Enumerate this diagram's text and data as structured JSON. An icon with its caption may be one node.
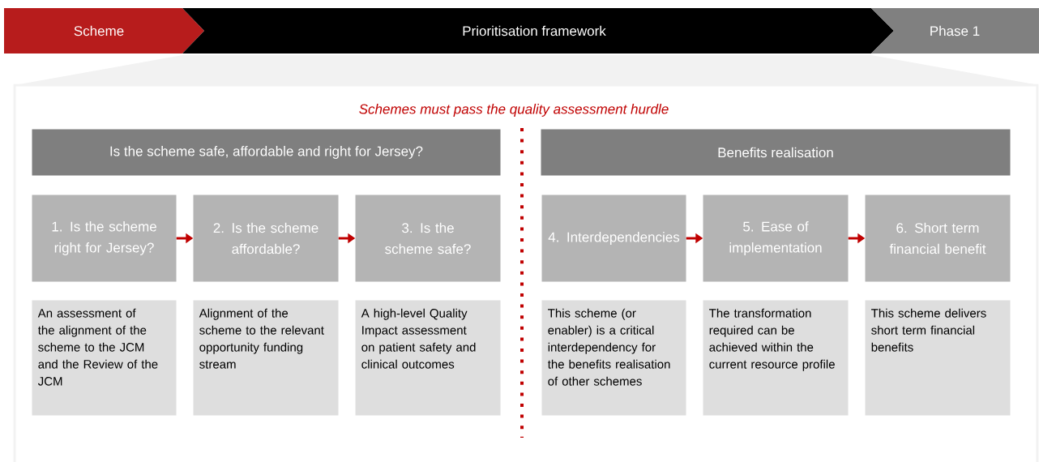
{
  "diagram": {
    "nodes": [
      {
        "text": [
          "Scheme"
        ]
      },
      {
        "text": [
          "Prioritisation framework"
        ]
      },
      {
        "text": [
          "Phase 1"
        ]
      },
      {
        "text": [
          "Schemes must pass the quality assessment hurdle"
        ]
      },
      {
        "text": [
          "Is the scheme safe, affordable and right for Jersey?"
        ],
        "in": 3
      },
      {
        "text": [
          "Benefits realisation"
        ],
        "in": 3
      },
      {
        "text": [
          "1. Is the scheme right for Jersey?"
        ],
        "in": 3
      },
      {
        "text": [
          "2. Is the scheme affordable?"
        ],
        "in": 3
      },
      {
        "text": [
          "3. Is the scheme safe?"
        ],
        "in": 3
      },
      {
        "text": [
          "4. Interdependencies"
        ],
        "in": 3
      },
      {
        "text": [
          "5. Ease of implementation"
        ],
        "in": 3
      },
      {
        "text": [
          "6. Short term financial benefit"
        ],
        "in": 3
      },
      {
        "text": [
          "An assessment of the alignment of the scheme to the JCM and the Review of the JCM"
        ],
        "in": 3
      },
      {
        "text": [
          "Alignment of the scheme to the relevant opportunity funding stream"
        ],
        "in": 3
      },
      {
        "text": [
          "A high-level Quality Impact assessment on patient safety and clinical outcomes"
        ],
        "in": 3
      },
      {
        "text": [
          "This scheme (or enabler) is a critical interdependency for the benefits realisation of other schemes"
        ],
        "in": 3
      },
      {
        "text": [
          "The transformation required can be achieved within the current resource profile"
        ],
        "in": 3
      },
      {
        "text": [
          "This scheme delivers short term financial benefits"
        ],
        "in": 3
      }
    ],
    "edges": [
      {
        "from": 6,
        "to": 7,
        "arrow": "to"
      },
      {
        "from": 7,
        "to": 8,
        "arrow": "to"
      },
      {
        "from": 9,
        "to": 10,
        "arrow": "to"
      },
      {
        "from": 10,
        "to": 11,
        "arrow": "to"
      }
    ]
  }
}
